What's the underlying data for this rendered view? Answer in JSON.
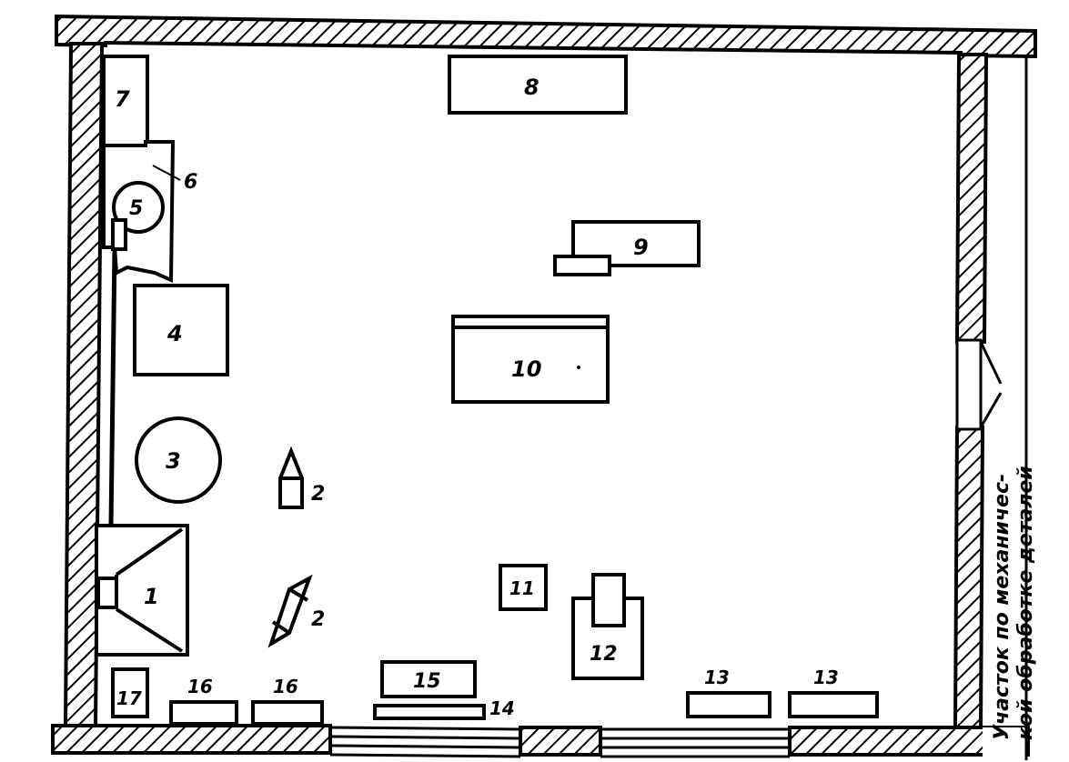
{
  "labels": {
    "n1": "1",
    "n2a": "2",
    "n2b": "2",
    "n3": "3",
    "n4": "4",
    "n5": "5",
    "n6": "6",
    "n7": "7",
    "n8": "8",
    "n9": "9",
    "n10": "10",
    "n11": "11",
    "n12": "12",
    "n13a": "13",
    "n13b": "13",
    "n14": "14",
    "n15": "15",
    "n16a": "16",
    "n16b": "16",
    "n17": "17"
  },
  "side_note": {
    "line1": "Участок по механичес-",
    "line2": "кой обработке деталей"
  }
}
